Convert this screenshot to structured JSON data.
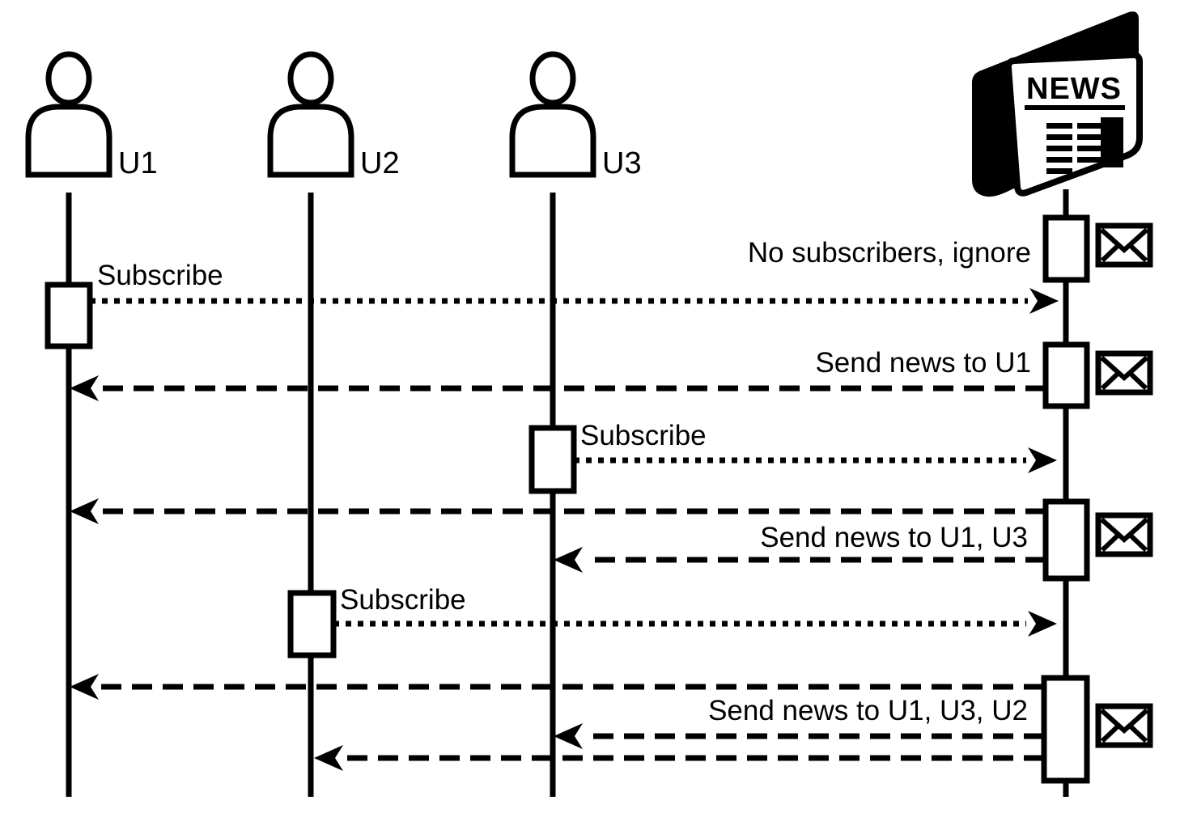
{
  "diagram": {
    "type": "sequence-diagram",
    "background_color": "#ffffff",
    "line_color": "#000000",
    "actors": [
      {
        "label": "U1",
        "kind": "user"
      },
      {
        "label": "U2",
        "kind": "user"
      },
      {
        "label": "U3",
        "kind": "user"
      },
      {
        "label": "NEWS",
        "kind": "news-publisher"
      }
    ],
    "messages": [
      {
        "label": "Subscribe",
        "from": "U1",
        "to": "NEWS",
        "line_style": "dotted"
      },
      {
        "label": "No subscribers, ignore",
        "kind": "note",
        "at": "NEWS"
      },
      {
        "label": "Send news to U1",
        "from": "NEWS",
        "to": "U1",
        "line_style": "dashed"
      },
      {
        "label": "Subscribe",
        "from": "U3",
        "to": "NEWS",
        "line_style": "dotted"
      },
      {
        "label": "Send news to U1, U3",
        "from": "NEWS",
        "to": "U1, U3",
        "line_style": "dashed"
      },
      {
        "label": "Subscribe",
        "from": "U2",
        "to": "NEWS",
        "line_style": "dotted"
      },
      {
        "label": "Send news to U1, U3, U2",
        "from": "NEWS",
        "to": "U1, U3, U2",
        "line_style": "dashed"
      }
    ]
  }
}
